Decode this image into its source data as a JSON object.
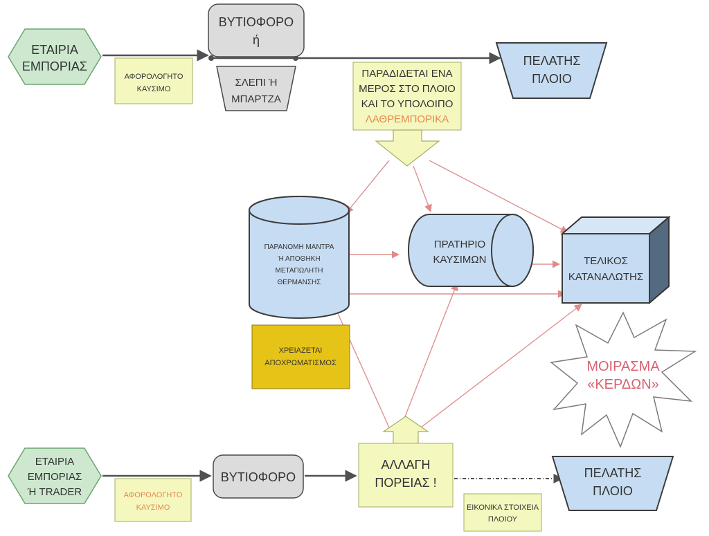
{
  "top_flow": {
    "company": [
      "ΕΤΑΙΡΙΑ",
      "ΕΜΠΟΡΙΑΣ"
    ],
    "tanker": [
      "ΒΥΤΙΟΦΟΡΟ",
      "ή"
    ],
    "barge": [
      "ΣΛΕΠΙ Ή",
      "ΜΠΑΡΤΖΑ"
    ],
    "ship_client": [
      "ΠΕΛΑΤΗΣ",
      "ΠΛΟΙΟ"
    ],
    "fuel_note": [
      "ΑΦΟΡΟΛΟΓΗΤΟ",
      "ΚΑΥΣΙΜΟ"
    ],
    "delivery_note": [
      "ΠΑΡΑΔΙΔΕΤΑΙ ΕΝΑ",
      "ΜΕΡΟΣ ΣΤΟ ΠΛΟΙΟ",
      "ΚΑΙ ΤΟ ΥΠΟΛΟΙΠΟ",
      "ΛΑΘΡΕΜΠΟΡΙΚΑ"
    ]
  },
  "middle": {
    "depot": [
      "ΠΑΡΑΝΟΜΗ ΜΑΝΤΡΑ",
      "Ή ΑΠΟΘΗΚΗ",
      "ΜΕΤΑΠΩΛΗΤΗ",
      "ΘΕΡΜΑΝΣΗΣ"
    ],
    "station": [
      "ΠΡΑΤΗΡΙΟ",
      "ΚΑΥΣΙΜΩΝ"
    ],
    "consumer": [
      "ΤΕΛΙΚΟΣ",
      "ΚΑΤΑΝΑΛΩΤΗΣ"
    ],
    "decolor_note": [
      "ΧΡΕΙΑΖΕΤΑΙ",
      "ΑΠΟΧΡΩΜΑΤΙΣΜΟΣ"
    ],
    "profit": [
      "ΜΟΙΡΑΣΜΑ",
      "«ΚΕΡΔΩΝ»"
    ]
  },
  "bottom_flow": {
    "company": [
      "ΕΤΑΙΡΙΑ",
      "ΕΜΠΟΡΙΑΣ",
      "Ή TRADER"
    ],
    "tanker": "ΒΥΤΙΟΦΟΡΟ",
    "course_change": [
      "ΑΛΛΑΓΗ",
      "ΠΟΡΕΙΑΣ !"
    ],
    "ship_client": [
      "ΠΕΛΑΤΗΣ",
      "ΠΛΟΙΟ"
    ],
    "fuel_note": [
      "ΑΦΟΡΟΛΟΓΗΤΟ",
      "ΚΑΥΣΙΜΟ"
    ],
    "virtual_note": [
      "ΕΙΚΟΝΙΚΑ ΣΤΟΙΧΕΙΑ",
      "ΠΛΟΙΟΥ"
    ]
  },
  "colors": {
    "node_green": "#cde8cf",
    "node_blue": "#c6dcf2",
    "node_grey": "#dcdcdc",
    "note_yellow": "#f4f8bf",
    "note_gold": "#e6c417",
    "arrow_red": "#e09090",
    "text_orange": "#e8864a",
    "text_red": "#d9626f"
  }
}
